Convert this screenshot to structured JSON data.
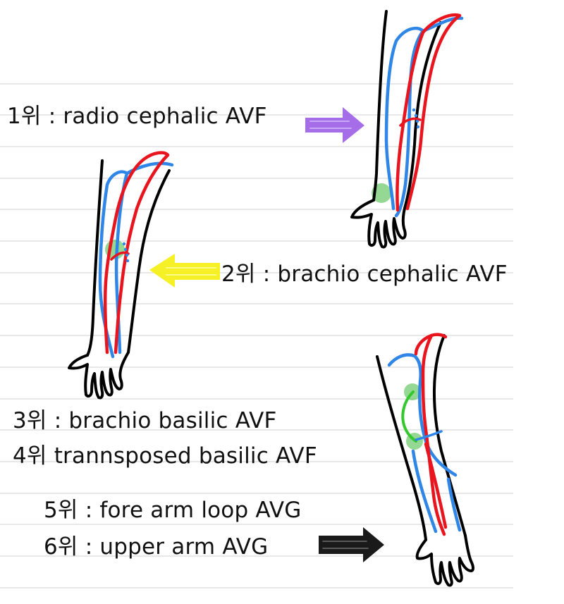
{
  "labels": {
    "rank1": "1위 : radio cephalic AVF",
    "rank2": "2위 : brachio cephalic AVF",
    "rank3": "3위 : brachio basilic AVF",
    "rank4": "4위 trannsposed basilic AVF",
    "rank5": "5위 : fore arm loop AVG",
    "rank6": "6위 : upper arm AVG"
  },
  "colors": {
    "paper": "#ffffff",
    "ruled_line": "#d9d9d9",
    "outline": "#000000",
    "artery": "#e8141e",
    "vein": "#2f86e6",
    "anastomosis": "#3cb83c",
    "graft_loop": "#35c82e",
    "arrow_rank1": "#9b5de5",
    "arrow_rank2": "#f5ef1a",
    "arrow_rank6": "#1a1a1a"
  }
}
